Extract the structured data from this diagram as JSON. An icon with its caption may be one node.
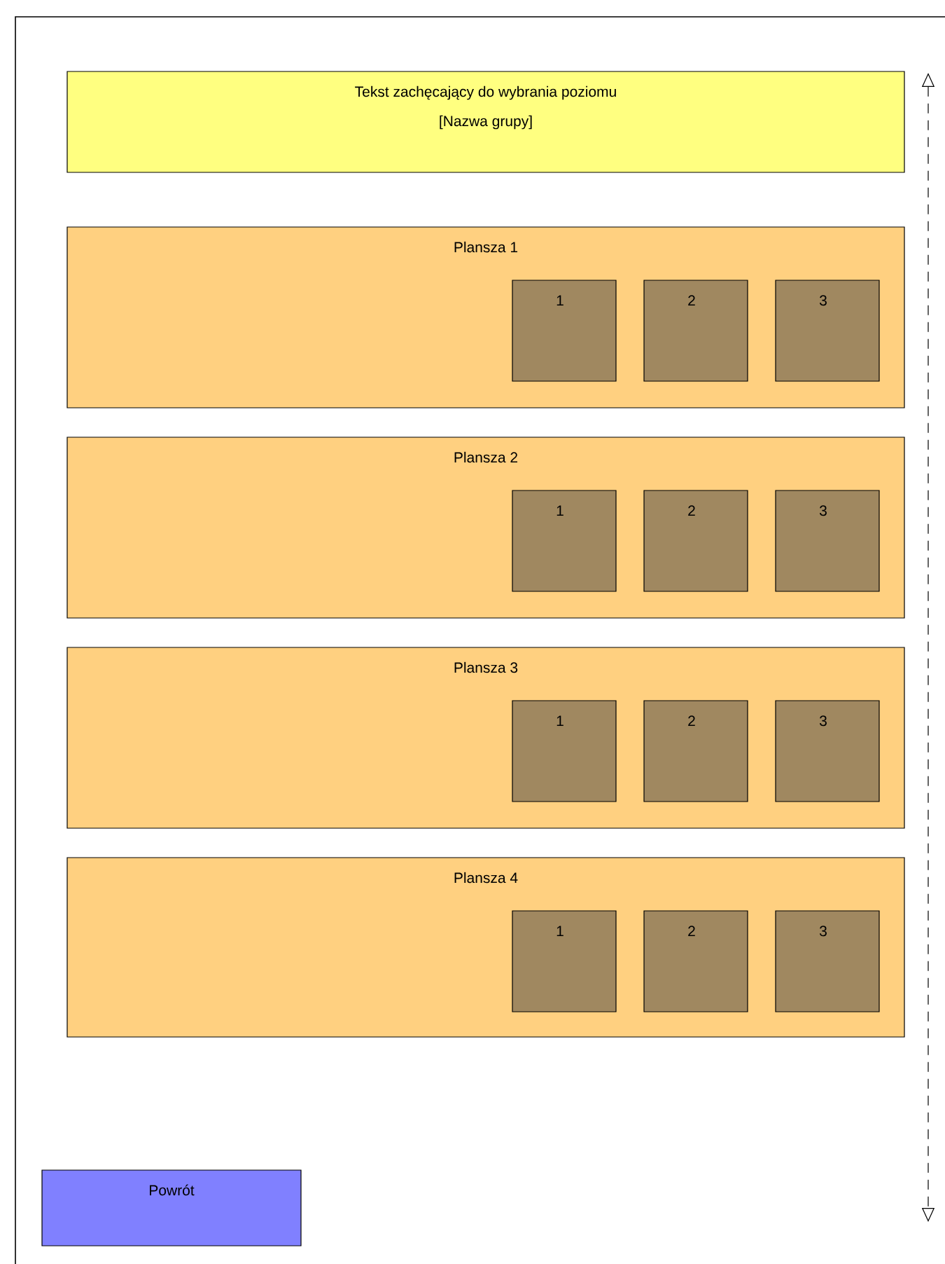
{
  "diagram": {
    "nodes": [
      {
        "text": [
          "Tekst zachęcający do wybrania poziomu",
          "[Nazwa grupy]"
        ]
      },
      {
        "text": [
          "Plansza 1"
        ]
      },
      {
        "text": [
          "1"
        ],
        "in": 1
      },
      {
        "text": [
          "2"
        ],
        "in": 1
      },
      {
        "text": [
          "3"
        ],
        "in": 1
      },
      {
        "text": [
          "Plansza 2"
        ]
      },
      {
        "text": [
          "1"
        ],
        "in": 5
      },
      {
        "text": [
          "2"
        ],
        "in": 5
      },
      {
        "text": [
          "3"
        ],
        "in": 5
      },
      {
        "text": [
          "Plansza 3"
        ]
      },
      {
        "text": [
          "1"
        ],
        "in": 9
      },
      {
        "text": [
          "2"
        ],
        "in": 9
      },
      {
        "text": [
          "3"
        ],
        "in": 9
      },
      {
        "text": [
          "Plansza 4"
        ]
      },
      {
        "text": [
          "1"
        ],
        "in": 13
      },
      {
        "text": [
          "2"
        ],
        "in": 13
      },
      {
        "text": [
          "3"
        ],
        "in": 13
      },
      {
        "text": [
          "Powrót"
        ]
      }
    ]
  }
}
